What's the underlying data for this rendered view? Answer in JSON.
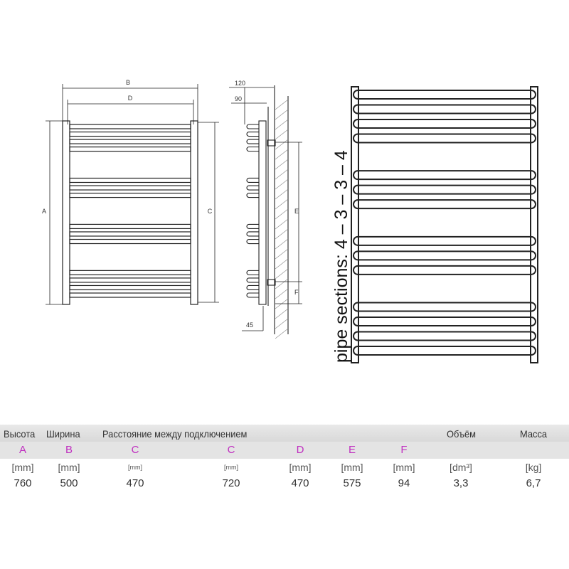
{
  "drawing": {
    "front": {
      "dim_B": "B",
      "dim_D": "D",
      "dim_A": "A",
      "dim_C": "C"
    },
    "side": {
      "dim_120": "120",
      "dim_90": "90",
      "dim_E": "E",
      "dim_F": "F",
      "dim_45": "45"
    },
    "sections_label": "pipe sections: 4 – 3 – 3 – 4",
    "sections": [
      4,
      3,
      3,
      4
    ]
  },
  "table": {
    "headers": {
      "height": "Высота",
      "width": "Ширина",
      "distance": "Расстояние между подключением",
      "volume": "Объём",
      "mass": "Масса"
    },
    "columns": [
      {
        "letter": "A",
        "unit": "[mm]",
        "value": "760"
      },
      {
        "letter": "B",
        "unit": "[mm]",
        "value": "500"
      },
      {
        "letter": "C",
        "unit": "[mm]",
        "value": "470"
      },
      {
        "letter": "C",
        "unit": "[mm]",
        "value": "720"
      },
      {
        "letter": "D",
        "unit": "[mm]",
        "value": "470"
      },
      {
        "letter": "E",
        "unit": "[mm]",
        "value": "575"
      },
      {
        "letter": "F",
        "unit": "[mm]",
        "value": "94"
      },
      {
        "letter": "",
        "unit": "[dm³]",
        "value": "3,3"
      },
      {
        "letter": "",
        "unit": "[kg]",
        "value": "6,7"
      }
    ]
  }
}
